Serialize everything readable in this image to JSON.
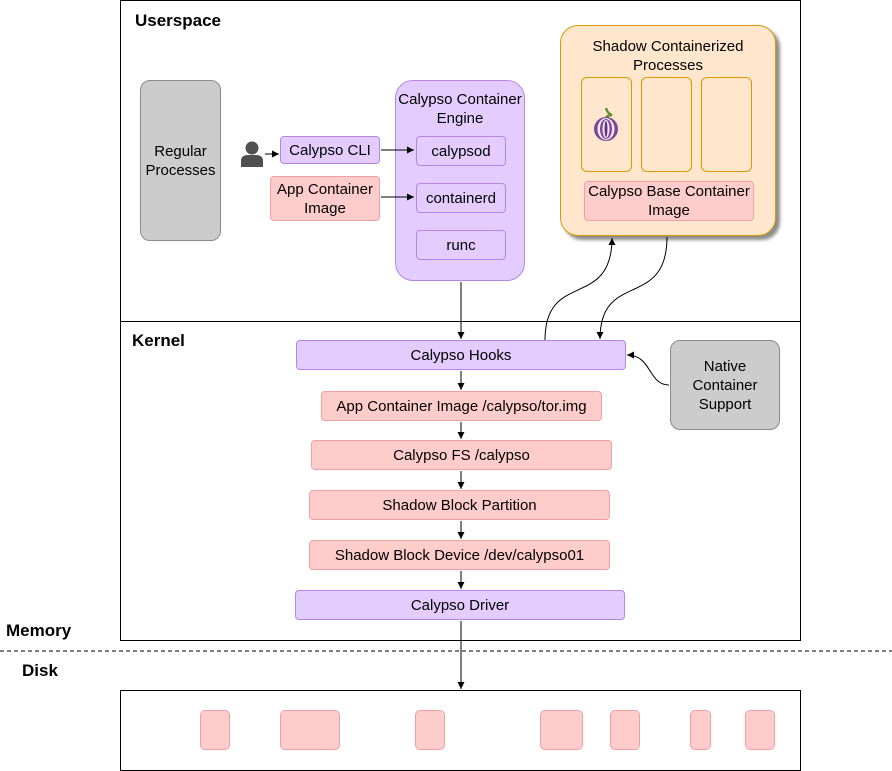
{
  "sections": {
    "userspace": "Userspace",
    "kernel": "Kernel",
    "memory": "Memory",
    "disk": "Disk"
  },
  "userspace": {
    "regular_processes": "Regular Processes",
    "calypso_cli": "Calypso CLI",
    "app_container_image": "App Container Image",
    "engine": {
      "title": "Calypso Container Engine",
      "components": [
        "calypsod",
        "containerd",
        "runc"
      ]
    },
    "shadow": {
      "title": "Shadow Containerized Processes",
      "base_image": "Calypso Base Container Image"
    }
  },
  "kernel": {
    "hooks": "Calypso Hooks",
    "native_support": "Native Container Support",
    "app_image_path": "App Container Image /calypso/tor.img",
    "fs": "Calypso FS /calypso",
    "partition": "Shadow Block Partition",
    "device": "Shadow Block Device /dev/calypso01",
    "driver": "Calypso Driver"
  },
  "icons": {
    "user": "user-icon",
    "tor": "tor-onion-icon"
  },
  "colors": {
    "purple_fill": "#e5ccff",
    "pink_fill": "#ffcccc",
    "gray_fill": "#cccccc",
    "orange_fill": "#ffe6cc",
    "orange_stroke": "#d79b00"
  }
}
